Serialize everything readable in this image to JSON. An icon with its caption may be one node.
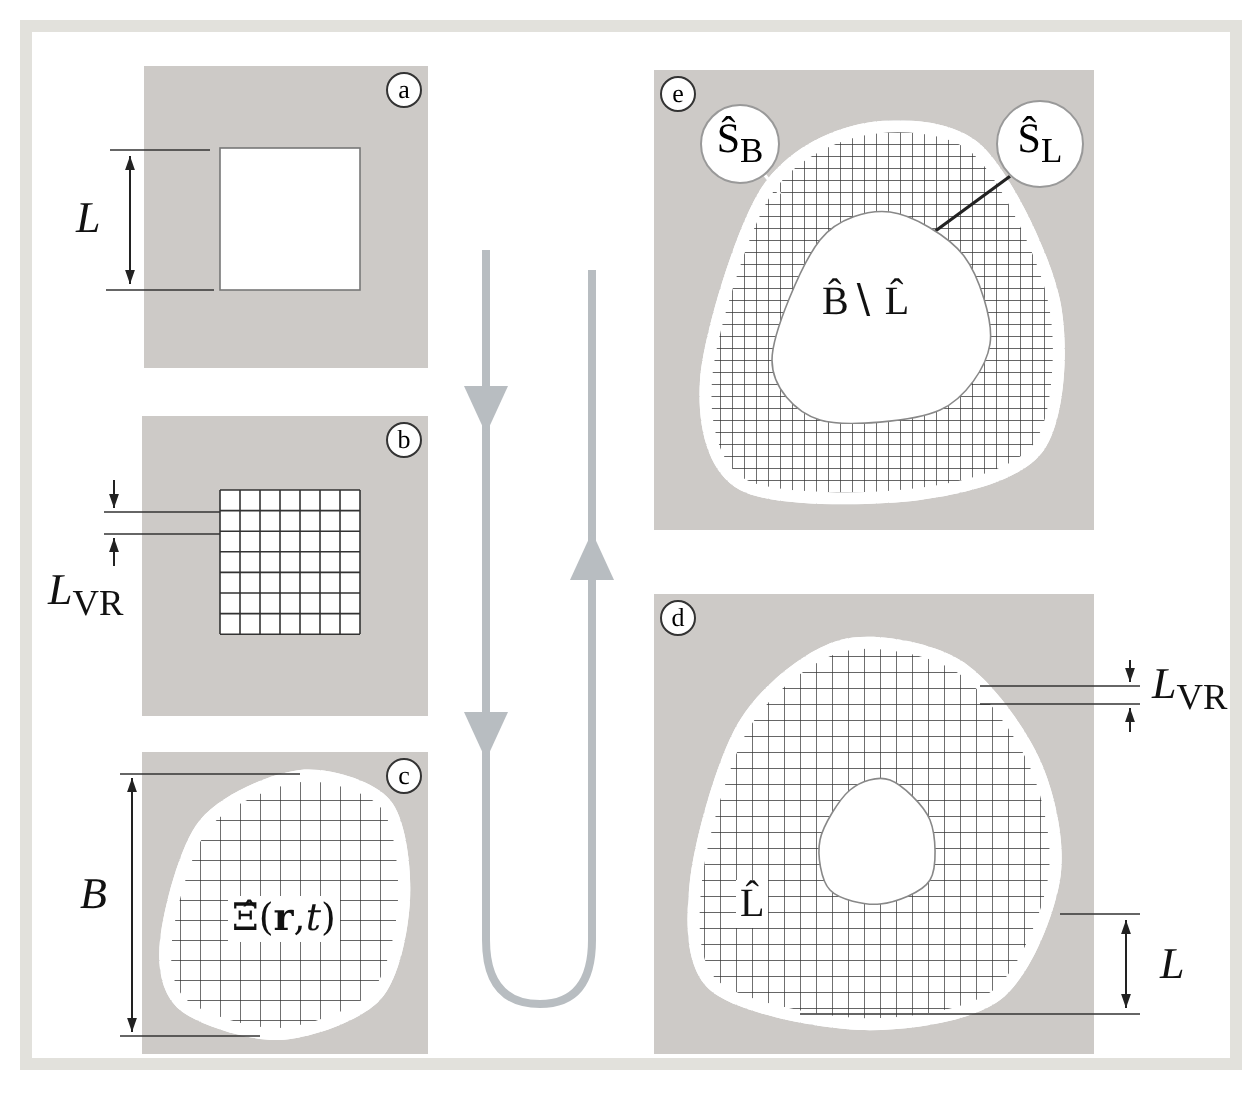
{
  "diagram": {
    "nodes": [
      {
        "text": [
          "a"
        ]
      },
      {
        "text": [
          "e"
        ]
      },
      {
        "text": [
          "Ŝ$_{B}$"
        ],
        "in": 1
      },
      {
        "text": [
          "Ŝ$_{L}$"
        ],
        "in": 1
      },
      {
        "text": [
          "B̂∖ L̂"
        ],
        "in": 1
      },
      {
        "text": [
          "b"
        ]
      },
      {
        "text": [
          "d"
        ]
      },
      {
        "text": [
          "c"
        ]
      }
    ],
    "edges": [
      {
        "from": 2,
        "to": null,
        "arrow": "none",
        "color": "#ffffff"
      },
      {
        "from": 3,
        "to": 4,
        "arrow": "none",
        "color": "#222222"
      }
    ],
    "labels": [
      "L",
      "*L*$_{VR}$",
      "*L*$_{VR}$",
      "L̂",
      "L",
      "B",
      "Ξ̂(**r**,*t*)"
    ]
  }
}
